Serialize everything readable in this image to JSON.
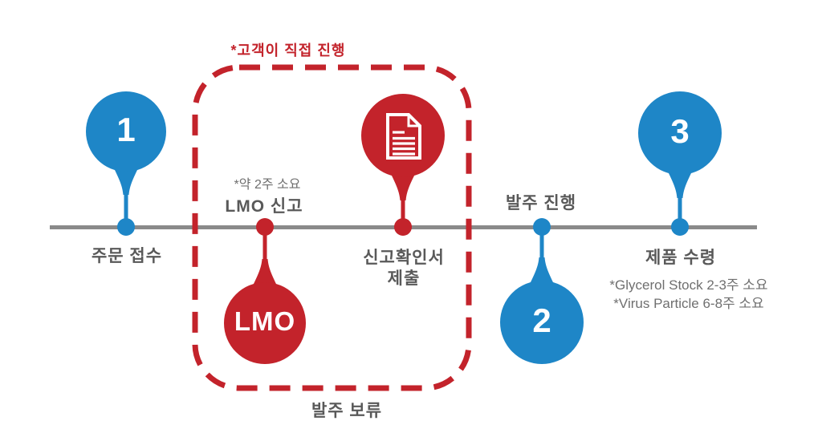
{
  "colors": {
    "bg": "#ffffff",
    "blue": "#1e86c7",
    "red": "#c3232b",
    "timeline": "#8a8a8a",
    "label": "#595959",
    "note": "#6f6f6f"
  },
  "customer_note": "*고객이 직접 진행",
  "hold_label": "발주 보류",
  "steps": {
    "step1": {
      "badge": "1",
      "label": "주문 접수"
    },
    "lmo": {
      "note": "*약 2주 소요",
      "title": "LMO 신고",
      "badge": "LMO"
    },
    "doc": {
      "icon": "document-icon",
      "label_line1": "신고확인서",
      "label_line2": "제출"
    },
    "step2": {
      "title": "발주 진행",
      "badge": "2"
    },
    "step3": {
      "badge": "3",
      "label": "제품 수령",
      "note1": "*Glycerol Stock 2-3주 소요",
      "note2": "*Virus Particle 6-8주 소요"
    }
  }
}
